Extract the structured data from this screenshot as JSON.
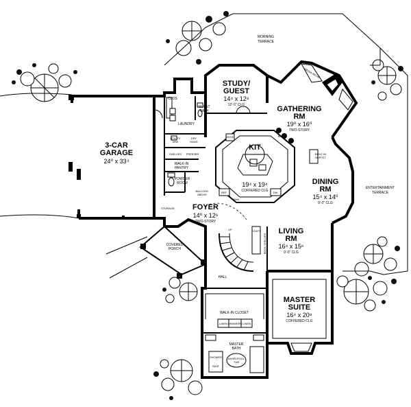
{
  "rooms": {
    "garage": {
      "name_line1": "3-CAR",
      "name_line2": "GARAGE",
      "dim": "24⁰ x 33⁴"
    },
    "study": {
      "name_line1": "STUDY/",
      "name_line2": "GUEST",
      "dim": "14⁴ x 12⁸",
      "note": "12'-0\" CLG"
    },
    "gathering": {
      "name_line1": "GATHERING",
      "name_line2": "RM",
      "dim": "19⁰ x 16⁰",
      "note": "TWO-STORY"
    },
    "kitchen": {
      "name": "KIT",
      "dim": "19⁴ x 19⁴",
      "note": "COFFERED CLG"
    },
    "dining": {
      "name_line1": "DINING",
      "name_line2": "RM",
      "dim": "15⁴ x 14⁰",
      "note": "9'-0\" CLG"
    },
    "foyer": {
      "name": "FOYER",
      "dim": "14⁰ x 12⁶",
      "note": "TWO-STORY"
    },
    "living": {
      "name_line1": "LIVING",
      "name_line2": "RM",
      "dim": "16⁴ x 15⁶",
      "note": "9'-0\" CLG"
    },
    "master": {
      "name_line1": "MASTER",
      "name_line2": "SUITE",
      "dim": "16⁴ x 20⁸",
      "note": "COFFERED CLG"
    }
  },
  "labels": {
    "morning_terrace_1": "MORNING",
    "morning_terrace_2": "TERRACE",
    "entertainment_terrace_1": "ENTERTAINMENT",
    "entertainment_terrace_2": "TERRACE",
    "laundry": "LAUNDRY",
    "guest_bath_1": "GUEST",
    "guest_bath_2": "BATH",
    "closet": "CLOS",
    "utility": "UTILITY",
    "sink": "SINK",
    "dry_hang": "DRY",
    "dry_hang2": "HANG",
    "shelves": "SHELVES",
    "freezer": "FREEZER",
    "walk_in_pantry_1": "WALK-IN",
    "walk_in_pantry_2": "PANTRY",
    "powder_1": "POWDER",
    "powder_2": "ROOM",
    "balcony_1": "BALCONY",
    "balcony_2": "ABOVE",
    "storage": "STORAGE",
    "covered_porch_1": "COVERED",
    "covered_porch_2": "PORCH",
    "hall": "HALL",
    "coats": "COATS",
    "book_shelves": "BOOK SHELVES",
    "walk_in_closet": "WALK-IN CLOSET",
    "linen_1": "LINEN",
    "linen_2": "LINEN",
    "drawers": "DRAWERS",
    "master_bath_1": "MASTER",
    "master_bath_2": "BATH",
    "whirlpool_1": "WHIRLPOOL",
    "whirlpool_2": "TUB",
    "shower": "SHOWER",
    "seat": "SEAT",
    "media_niche": "MEDIA NICHE",
    "built_in_1": "BUILT-IN",
    "built_in_2": "BUFFET",
    "desk": "DESK",
    "up": "UP",
    "ref": "REF",
    "pantry": "PAN",
    "dw": "DW",
    "bar": "BAR"
  }
}
